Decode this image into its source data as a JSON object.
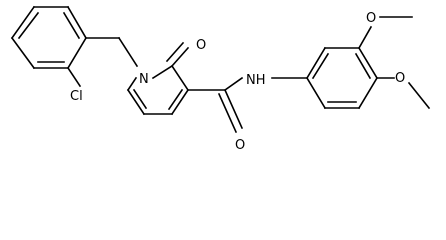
{
  "molecule": {
    "atoms": {
      "chlorine": "Cl",
      "ring_nitrogen": "N",
      "ring_oxygen": "O",
      "amide_nitrogen": "NH",
      "amide_oxygen": "O",
      "methoxy_oxygen_top": "O",
      "methoxy_oxygen_bottom": "O"
    }
  }
}
